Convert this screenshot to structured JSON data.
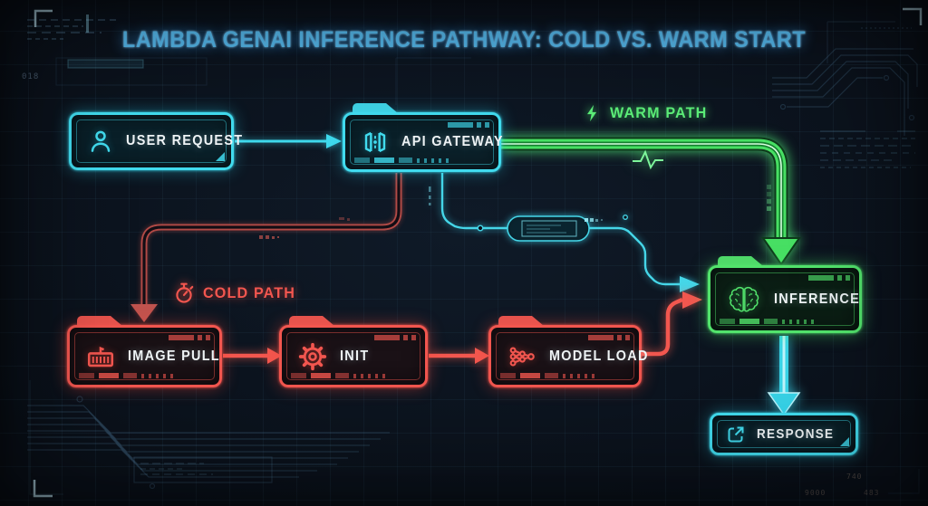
{
  "title": "LAMBDA GENAI INFERENCE PATHWAY: COLD VS. WARM START",
  "legend": {
    "warm": {
      "label": "WARM PATH",
      "color": "#52e36c",
      "icon": "lightning-bolt-icon"
    },
    "cold": {
      "label": "COLD PATH",
      "color": "#f2564f",
      "icon": "stopwatch-icon"
    }
  },
  "nodes": [
    {
      "id": "user-request",
      "label": "USER REQUEST",
      "icon": "user-icon",
      "accent": "#41dbee"
    },
    {
      "id": "api-gateway",
      "label": "API GATEWAY",
      "icon": "gateway-icon",
      "accent": "#41dbee"
    },
    {
      "id": "image-pull",
      "label": "IMAGE PULL",
      "icon": "container-icon",
      "accent": "#f2564f"
    },
    {
      "id": "init",
      "label": "INIT",
      "icon": "gear-icon",
      "accent": "#f2564f"
    },
    {
      "id": "model-load",
      "label": "MODEL LOAD",
      "icon": "network-icon",
      "accent": "#f2564f"
    },
    {
      "id": "inference",
      "label": "INFERENCE",
      "icon": "brain-icon",
      "accent": "#52e36c"
    },
    {
      "id": "response",
      "label": "RESPONSE",
      "icon": "external-link-icon",
      "accent": "#41dbee"
    }
  ],
  "edges": [
    {
      "from": "user-request",
      "to": "api-gateway",
      "color": "#41dbee",
      "style": "arrow"
    },
    {
      "from": "api-gateway",
      "to": "inference",
      "route": "warm",
      "color": "#52e36c",
      "style": "thick-arrow"
    },
    {
      "from": "api-gateway",
      "to": "inference",
      "route": "relay-capsule",
      "color": "#41dbee",
      "style": "trace-arrow"
    },
    {
      "from": "api-gateway",
      "to": "image-pull",
      "route": "cold",
      "color": "#b24a46",
      "style": "outline-arrow"
    },
    {
      "from": "image-pull",
      "to": "init",
      "color": "#f2564f",
      "style": "arrow"
    },
    {
      "from": "init",
      "to": "model-load",
      "color": "#f2564f",
      "style": "arrow"
    },
    {
      "from": "model-load",
      "to": "inference",
      "color": "#f2564f",
      "style": "arrow"
    },
    {
      "from": "inference",
      "to": "response",
      "color": "#41dbee",
      "style": "thick-arrow"
    }
  ],
  "hud": {
    "top_left_code": "018",
    "bottom_right_numbers": [
      "740",
      "9000",
      "483"
    ]
  },
  "colors": {
    "background": "#0a1019",
    "grid": "rgba(96,156,196,0.08)",
    "cyan": "#41dbee",
    "red": "#f2564f",
    "green": "#52e36c",
    "title": "#54b7ea"
  }
}
